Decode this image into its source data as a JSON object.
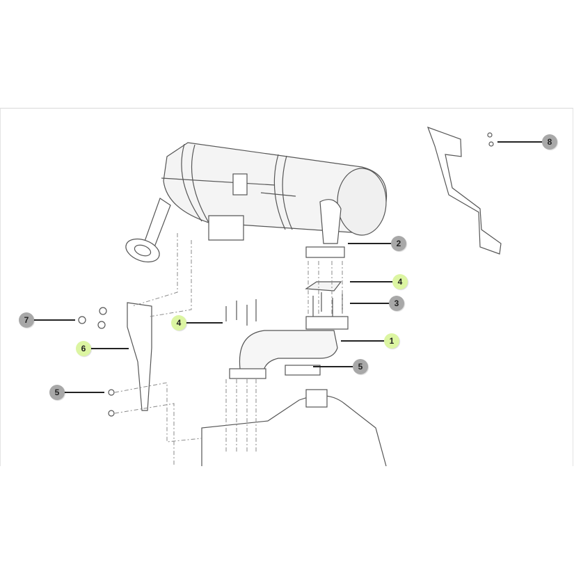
{
  "colors": {
    "callout_gray": "#a8a8a8",
    "callout_green": "#dcf5a2",
    "line": "#555555"
  },
  "callouts": [
    {
      "label": "8",
      "color": "gray"
    },
    {
      "label": "2",
      "color": "gray"
    },
    {
      "label": "4",
      "color": "green"
    },
    {
      "label": "3",
      "color": "gray"
    },
    {
      "label": "1",
      "color": "green"
    },
    {
      "label": "5",
      "color": "gray"
    },
    {
      "label": "7",
      "color": "gray"
    },
    {
      "label": "4",
      "color": "green"
    },
    {
      "label": "6",
      "color": "green"
    },
    {
      "label": "5",
      "color": "gray"
    }
  ]
}
